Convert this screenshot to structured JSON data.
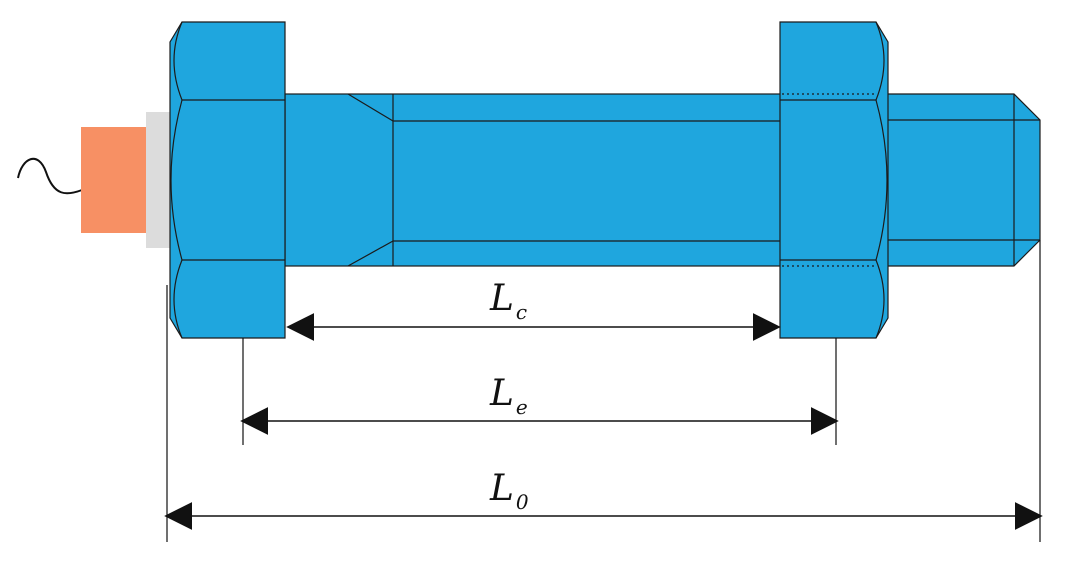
{
  "labels": {
    "lc": {
      "main": "L",
      "sub": "c"
    },
    "le": {
      "main": "L",
      "sub": "e"
    },
    "l0": {
      "main": "L",
      "sub": "0"
    }
  },
  "colors": {
    "bolt": "#1fa6de",
    "outline": "#1b1b1b",
    "sensor": "#f79064",
    "washer": "#dcdcdc",
    "dimension": "#111111"
  },
  "icons": {
    "wire": "wire-lead-icon",
    "sensor": "sensor-block",
    "washer": "washer",
    "arrowhead": "arrowhead-icon"
  }
}
